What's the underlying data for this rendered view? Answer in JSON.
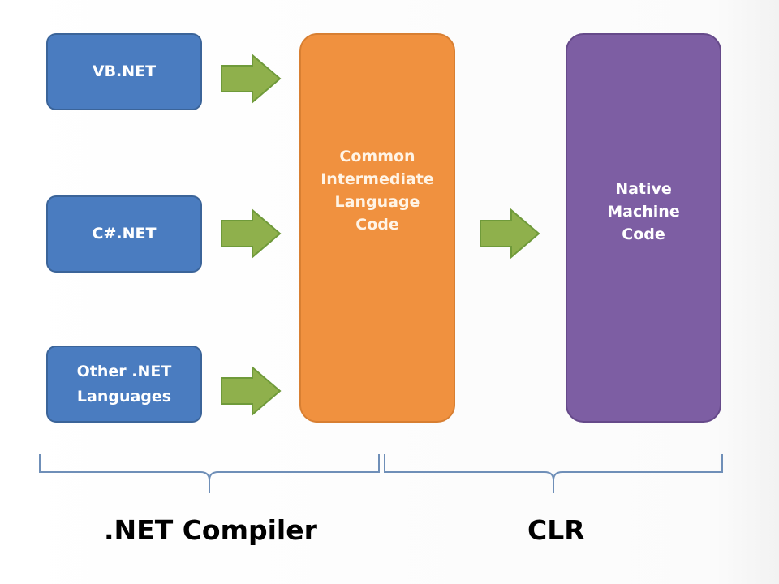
{
  "colors": {
    "language_box": "#4a7cc0",
    "cil_box": "#f0913f",
    "native_box": "#7d5ea3",
    "arrow": "#8fb04c",
    "brace": "#6f8fb8"
  },
  "sources": [
    {
      "label": "VB.NET"
    },
    {
      "label": "C#.NET"
    },
    {
      "label": "Other .NET\nLanguages"
    }
  ],
  "intermediate": {
    "label": "Common\nIntermediate\nLanguage\nCode"
  },
  "native": {
    "label": "Native\nMachine\nCode"
  },
  "stages": [
    {
      "label": ".NET Compiler"
    },
    {
      "label": "CLR"
    }
  ]
}
